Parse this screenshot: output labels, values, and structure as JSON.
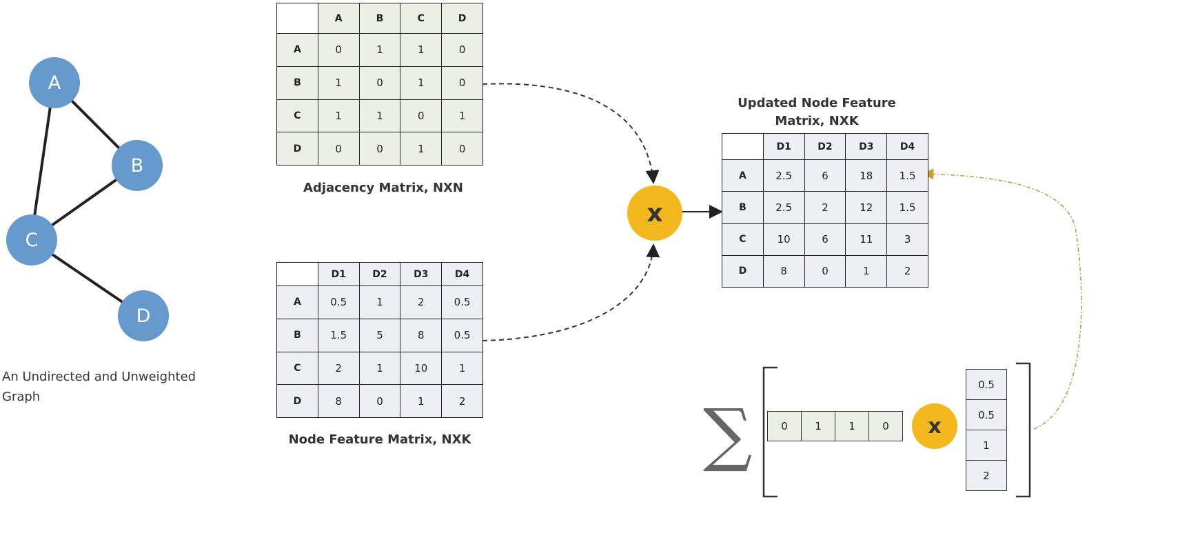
{
  "graph": {
    "nodes": [
      "A",
      "B",
      "C",
      "D"
    ],
    "caption": "An Undirected and Unweighted Graph"
  },
  "adjacency": {
    "caption": "Adjacency Matrix, NXN",
    "cols": [
      "A",
      "B",
      "C",
      "D"
    ],
    "rows": [
      {
        "label": "A",
        "values": [
          "0",
          "1",
          "1",
          "0"
        ]
      },
      {
        "label": "B",
        "values": [
          "1",
          "0",
          "1",
          "0"
        ]
      },
      {
        "label": "C",
        "values": [
          "1",
          "1",
          "0",
          "1"
        ]
      },
      {
        "label": "D",
        "values": [
          "0",
          "0",
          "1",
          "0"
        ]
      }
    ]
  },
  "features": {
    "caption": "Node Feature Matrix, NXK",
    "cols": [
      "D1",
      "D2",
      "D3",
      "D4"
    ],
    "rows": [
      {
        "label": "A",
        "values": [
          "0.5",
          "1",
          "2",
          "0.5"
        ]
      },
      {
        "label": "B",
        "values": [
          "1.5",
          "5",
          "8",
          "0.5"
        ]
      },
      {
        "label": "C",
        "values": [
          "2",
          "1",
          "10",
          "1"
        ]
      },
      {
        "label": "D",
        "values": [
          "8",
          "0",
          "1",
          "2"
        ]
      }
    ]
  },
  "updated": {
    "caption_line1": "Updated Node Feature",
    "caption_line2": "Matrix, NXK",
    "cols": [
      "D1",
      "D2",
      "D3",
      "D4"
    ],
    "rows": [
      {
        "label": "A",
        "values": [
          "2.5",
          "6",
          "18",
          "1.5"
        ]
      },
      {
        "label": "B",
        "values": [
          "2.5",
          "2",
          "12",
          "1.5"
        ]
      },
      {
        "label": "C",
        "values": [
          "10",
          "6",
          "11",
          "3"
        ]
      },
      {
        "label": "D",
        "values": [
          "8",
          "0",
          "1",
          "2"
        ]
      }
    ]
  },
  "operator": {
    "multiply_symbol": "x"
  },
  "summation": {
    "symbol": "∑",
    "row_vector": [
      "0",
      "1",
      "1",
      "0"
    ],
    "column_vector": [
      "0.5",
      "0.5",
      "1",
      "2"
    ]
  },
  "colors": {
    "node": "#6699cc",
    "multiply": "#f2b81e",
    "adj_cell": "#eaf0e6",
    "feature_cell": "#eceff4",
    "highlight_arrow": "#b8a24a"
  }
}
